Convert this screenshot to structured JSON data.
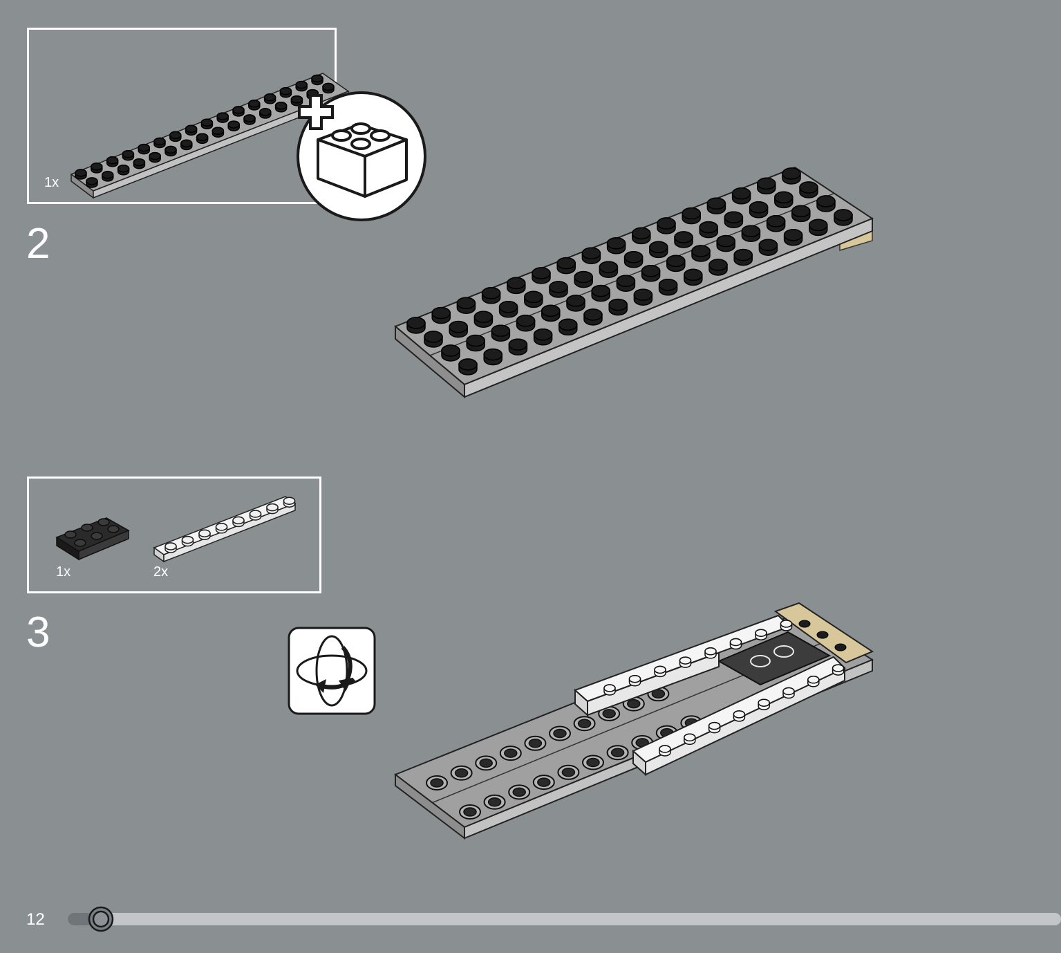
{
  "page": {
    "number": "12"
  },
  "colors": {
    "background": "#8a9092",
    "frame": "#ffffff",
    "plate_gray": "#a3a3a3",
    "stud_black": "#1b1b1b",
    "tan": "#d8c79b",
    "progress_track": "#c2c6c8",
    "progress_done": "#6f7578"
  },
  "progress": {
    "fraction": 0.03
  },
  "steps": [
    {
      "number": "2",
      "parts": [
        {
          "name": "plate-2x16-gray",
          "quantity": "1x"
        }
      ],
      "callout_icon": "add-brick-icon"
    },
    {
      "number": "3",
      "parts": [
        {
          "name": "plate-2x3-black",
          "quantity": "1x"
        },
        {
          "name": "plate-1x8-white",
          "quantity": "2x"
        }
      ],
      "callout_icon": "rotate-model-icon"
    }
  ]
}
